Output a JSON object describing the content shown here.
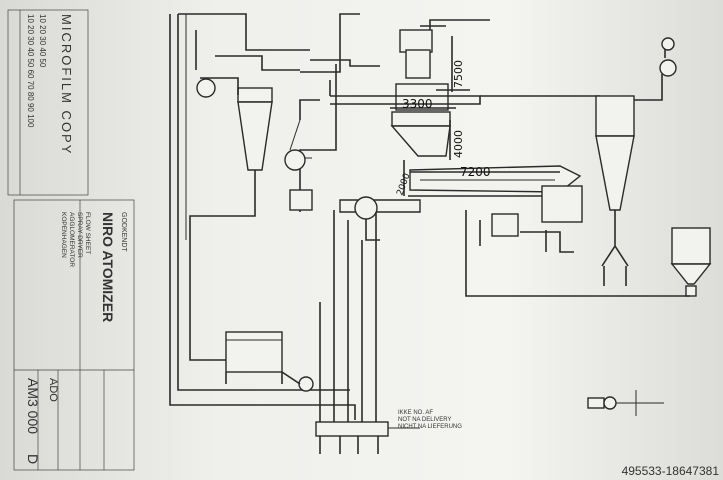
{
  "stamp": {
    "microfilm": "MICROFILM COPY",
    "scale_a": "10 20 30 40 50",
    "scale_b": "10 20 30 40 50 60 70 80 90 100"
  },
  "title_block": {
    "approved": "GODKENDT",
    "company": "NIRO ATOMIZER",
    "drawing_name": "FLOW SHEET",
    "line2": "SPRAY DRYER",
    "line3": "AGGLOMERATOR",
    "line4": "KOPENHAGEN",
    "line5": "",
    "drawing_number": "AM3 000",
    "revision": "D",
    "code": "ADO",
    "date": ""
  },
  "annotations": {
    "width_dryer": "3300",
    "height_top": "7500",
    "height_mid": "4000",
    "length_bed": "7200",
    "height_bed": "2000"
  },
  "notes": {
    "line1": "IKKE NO. AF",
    "line2": "NOT NA DELIVERY",
    "line3": "NICHT NA LIEFERUNG"
  },
  "watermark": "495533-18647381"
}
